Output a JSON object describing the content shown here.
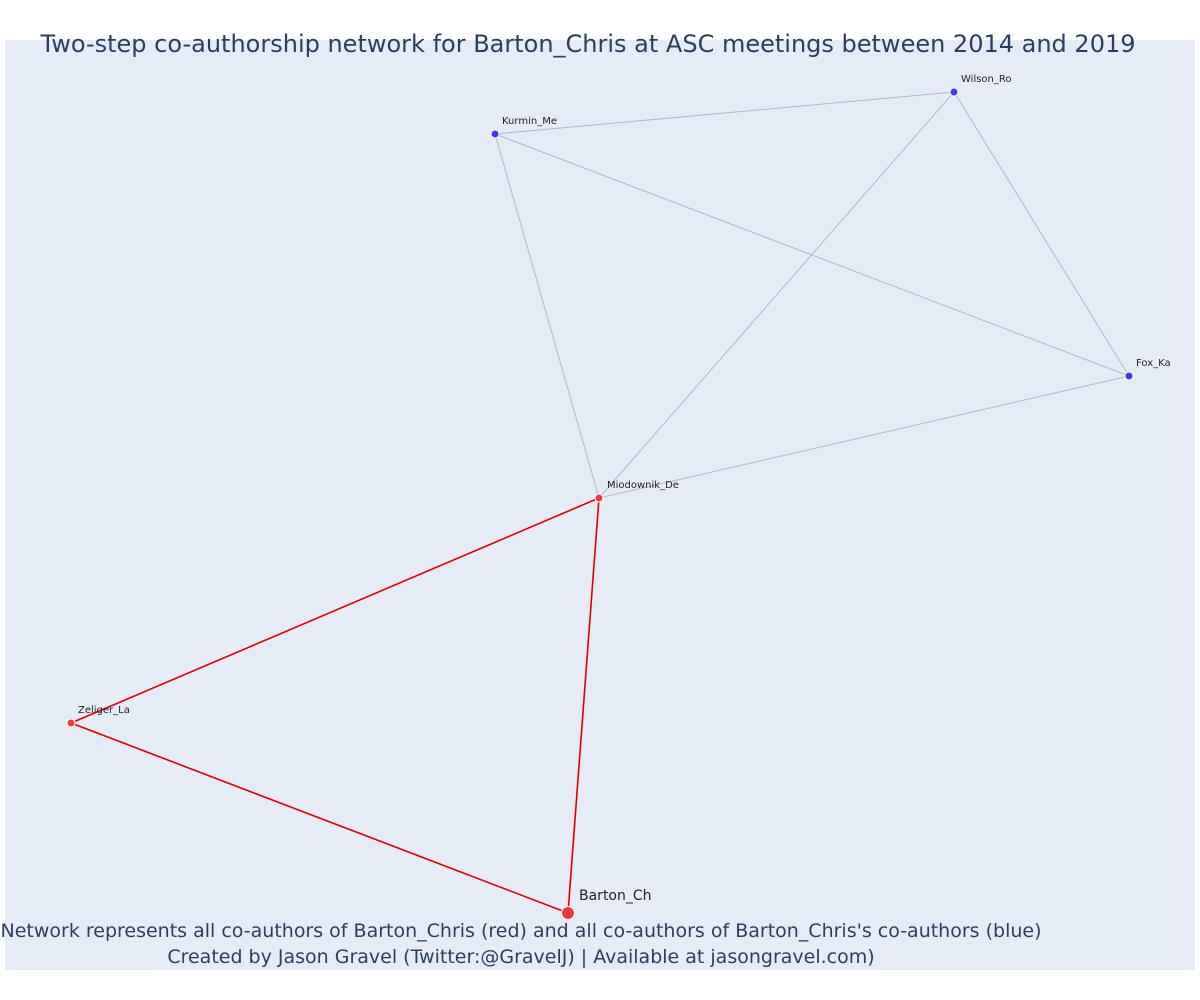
{
  "title": "Two-step co-authorship network for Barton_Chris at ASC meetings between 2014 and 2019",
  "caption": {
    "line1": "Network represents all co-authors of Barton_Chris (red) and all co-authors of Barton_Chris's co-authors (blue)",
    "line2": "Created by Jason Gravel (Twitter:@GravelJ) | Available at jasongravel.com)"
  },
  "colors": {
    "focal_and_coauthor": "#ef3b3b",
    "second_step": "#3b3bef",
    "focal_edge": "#e00000",
    "other_edge": "#b4b8c8",
    "background": "#e5ecf6"
  },
  "network": {
    "nodes": [
      {
        "id": "Barton_Ch",
        "label": "Barton_Ch",
        "group": "focal"
      },
      {
        "id": "Miodownik_De",
        "label": "Miodownik_De",
        "group": "coauthor"
      },
      {
        "id": "Zeliger_La",
        "label": "Zeliger_La",
        "group": "coauthor"
      },
      {
        "id": "Kurmin_Me",
        "label": "Kurmin_Me",
        "group": "second"
      },
      {
        "id": "Wilson_Ro",
        "label": "Wilson_Ro",
        "group": "second"
      },
      {
        "id": "Fox_Ka",
        "label": "Fox_Ka",
        "group": "second"
      }
    ],
    "edges": [
      {
        "source": "Barton_Ch",
        "target": "Miodownik_De",
        "type": "focal"
      },
      {
        "source": "Barton_Ch",
        "target": "Zeliger_La",
        "type": "focal"
      },
      {
        "source": "Zeliger_La",
        "target": "Miodownik_De",
        "type": "focal"
      },
      {
        "source": "Miodownik_De",
        "target": "Kurmin_Me",
        "type": "other"
      },
      {
        "source": "Miodownik_De",
        "target": "Wilson_Ro",
        "type": "other"
      },
      {
        "source": "Miodownik_De",
        "target": "Fox_Ka",
        "type": "other"
      },
      {
        "source": "Kurmin_Me",
        "target": "Wilson_Ro",
        "type": "other"
      },
      {
        "source": "Kurmin_Me",
        "target": "Fox_Ka",
        "type": "other"
      },
      {
        "source": "Wilson_Ro",
        "target": "Fox_Ka",
        "type": "other"
      }
    ]
  }
}
